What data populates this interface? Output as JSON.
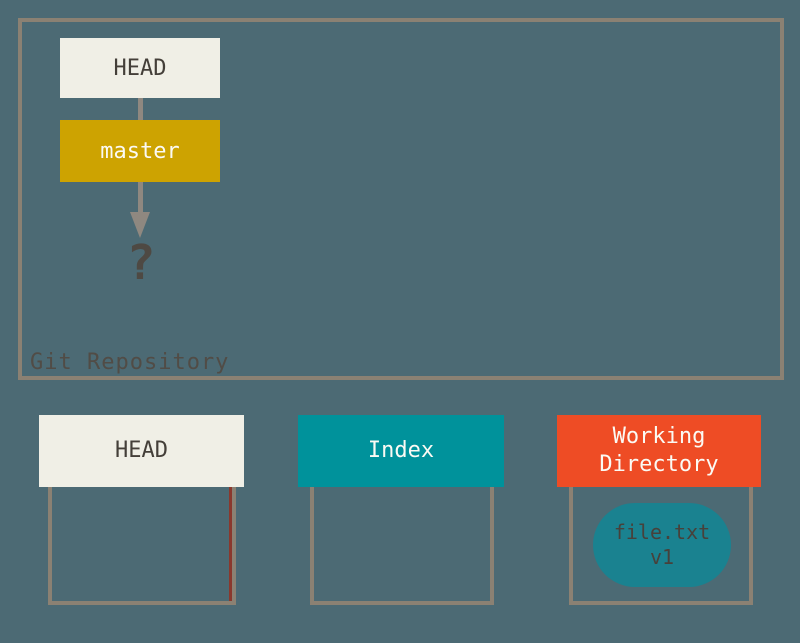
{
  "repo": {
    "label": "Git Repository",
    "head_ref": "HEAD",
    "branch_ref": "master",
    "unknown_target": "?"
  },
  "areas": {
    "head": {
      "label": "HEAD"
    },
    "index": {
      "label": "Index"
    },
    "working_directory": {
      "label": "Working Directory",
      "file_name": "file.txt",
      "file_version": "v1"
    }
  },
  "colors": {
    "background": "#4c6a74",
    "panel_border": "#8b8173",
    "cream_box": "#f0efe6",
    "gold_branch": "#cda301",
    "teal_index": "#00929b",
    "orange_working_directory": "#ee4c25",
    "teal_file_blob": "#1a8290",
    "red_container_edge": "#8a382d",
    "arrow_gray": "#8f8880",
    "dark_text": "#443f39",
    "light_text": "#fbfaf4"
  }
}
